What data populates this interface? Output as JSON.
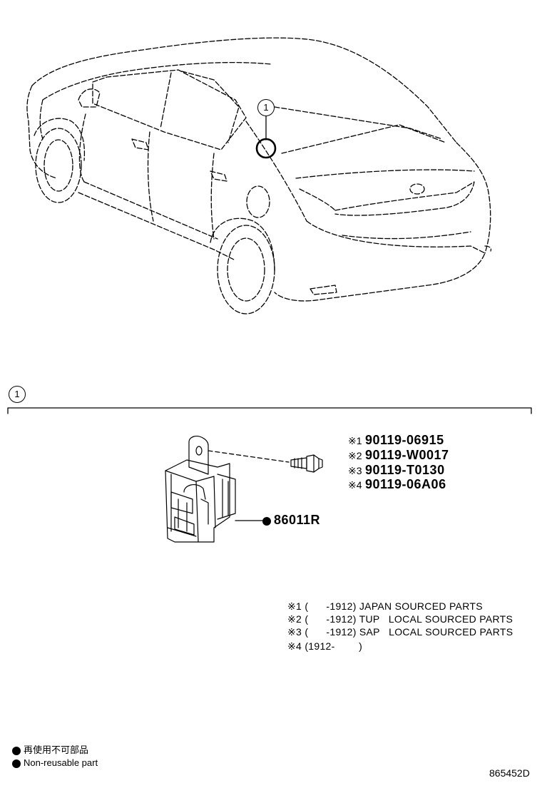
{
  "callout_ref": "1",
  "section_ref": "1",
  "bolt_parts": [
    {
      "mark": "※1",
      "number": "90119-06915"
    },
    {
      "mark": "※2",
      "number": "90119-W0017"
    },
    {
      "mark": "※3",
      "number": "90119-T0130"
    },
    {
      "mark": "※4",
      "number": "90119-06A06"
    }
  ],
  "main_part": {
    "number": "86011R"
  },
  "notes": [
    {
      "mark": "※1",
      "text": "(      -1912) JAPAN SOURCED PARTS"
    },
    {
      "mark": "※2",
      "text": "(      -1912) TUP   LOCAL SOURCED PARTS"
    },
    {
      "mark": "※3",
      "text": "(      -1912) SAP   LOCAL SOURCED PARTS"
    },
    {
      "mark": "※4",
      "text": "(1912-        )"
    }
  ],
  "legend": {
    "jp": "再使用不可部品",
    "en": "Non-reusable part"
  },
  "diagram_code": "865452D",
  "colors": {
    "line": "#000000",
    "background": "#ffffff"
  }
}
